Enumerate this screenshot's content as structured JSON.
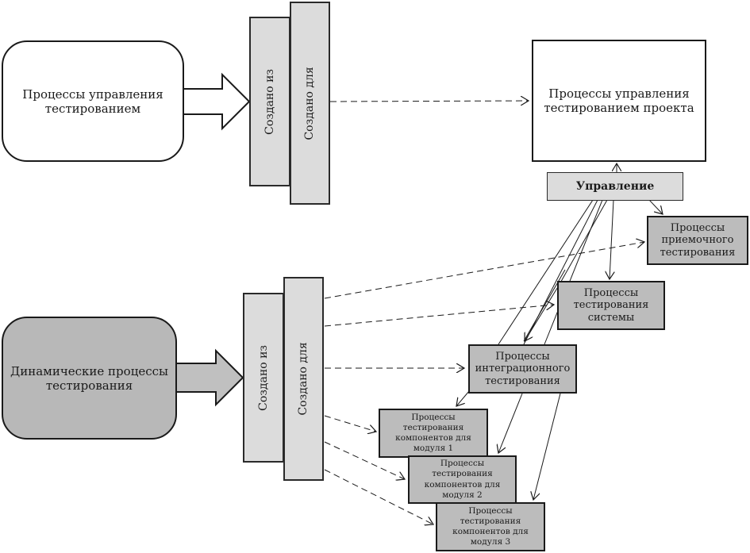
{
  "diagram": {
    "top_source": "Процессы управления тестированием",
    "top_created_from": "Создано из",
    "top_created_for": "Создано для",
    "project_management": "Процессы управления тестированием проекта",
    "management": "Управление",
    "bottom_source": "Динамические процессы тестирования",
    "bottom_created_from": "Создано из",
    "bottom_created_for": "Создано для",
    "acceptance": "Процессы приемочного тестирования",
    "system": "Процессы тестирования системы",
    "integration": "Процессы интеграционного тестирования",
    "component_1": "Процессы тестирования компонентов для модуля 1",
    "component_2": "Процессы тестирования компонентов для модуля 2",
    "component_3": "Процессы тестирования компонентов для модуля 3"
  }
}
